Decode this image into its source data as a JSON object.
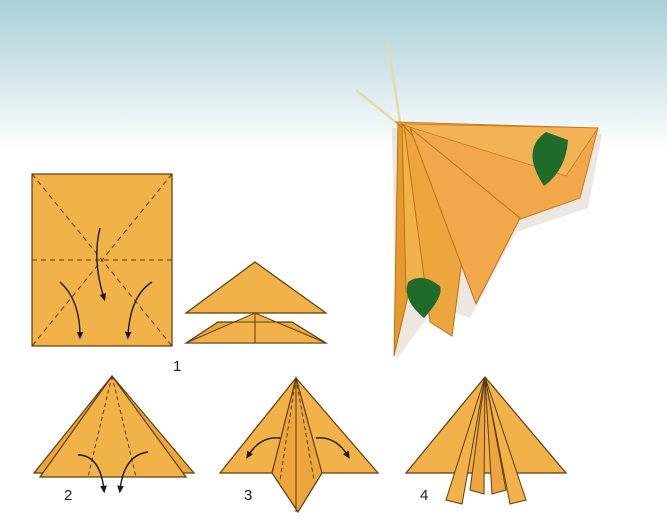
{
  "steps": [
    {
      "number": "1"
    },
    {
      "number": "2"
    },
    {
      "number": "3"
    },
    {
      "number": "4"
    }
  ],
  "colors": {
    "paper": "#f2b24a",
    "paper_dark": "#e49a2c",
    "outline": "#5a3d10",
    "spot": "#1e6b2a",
    "sky_top": "#b8d6de",
    "sky_bottom": "#ffffff"
  }
}
